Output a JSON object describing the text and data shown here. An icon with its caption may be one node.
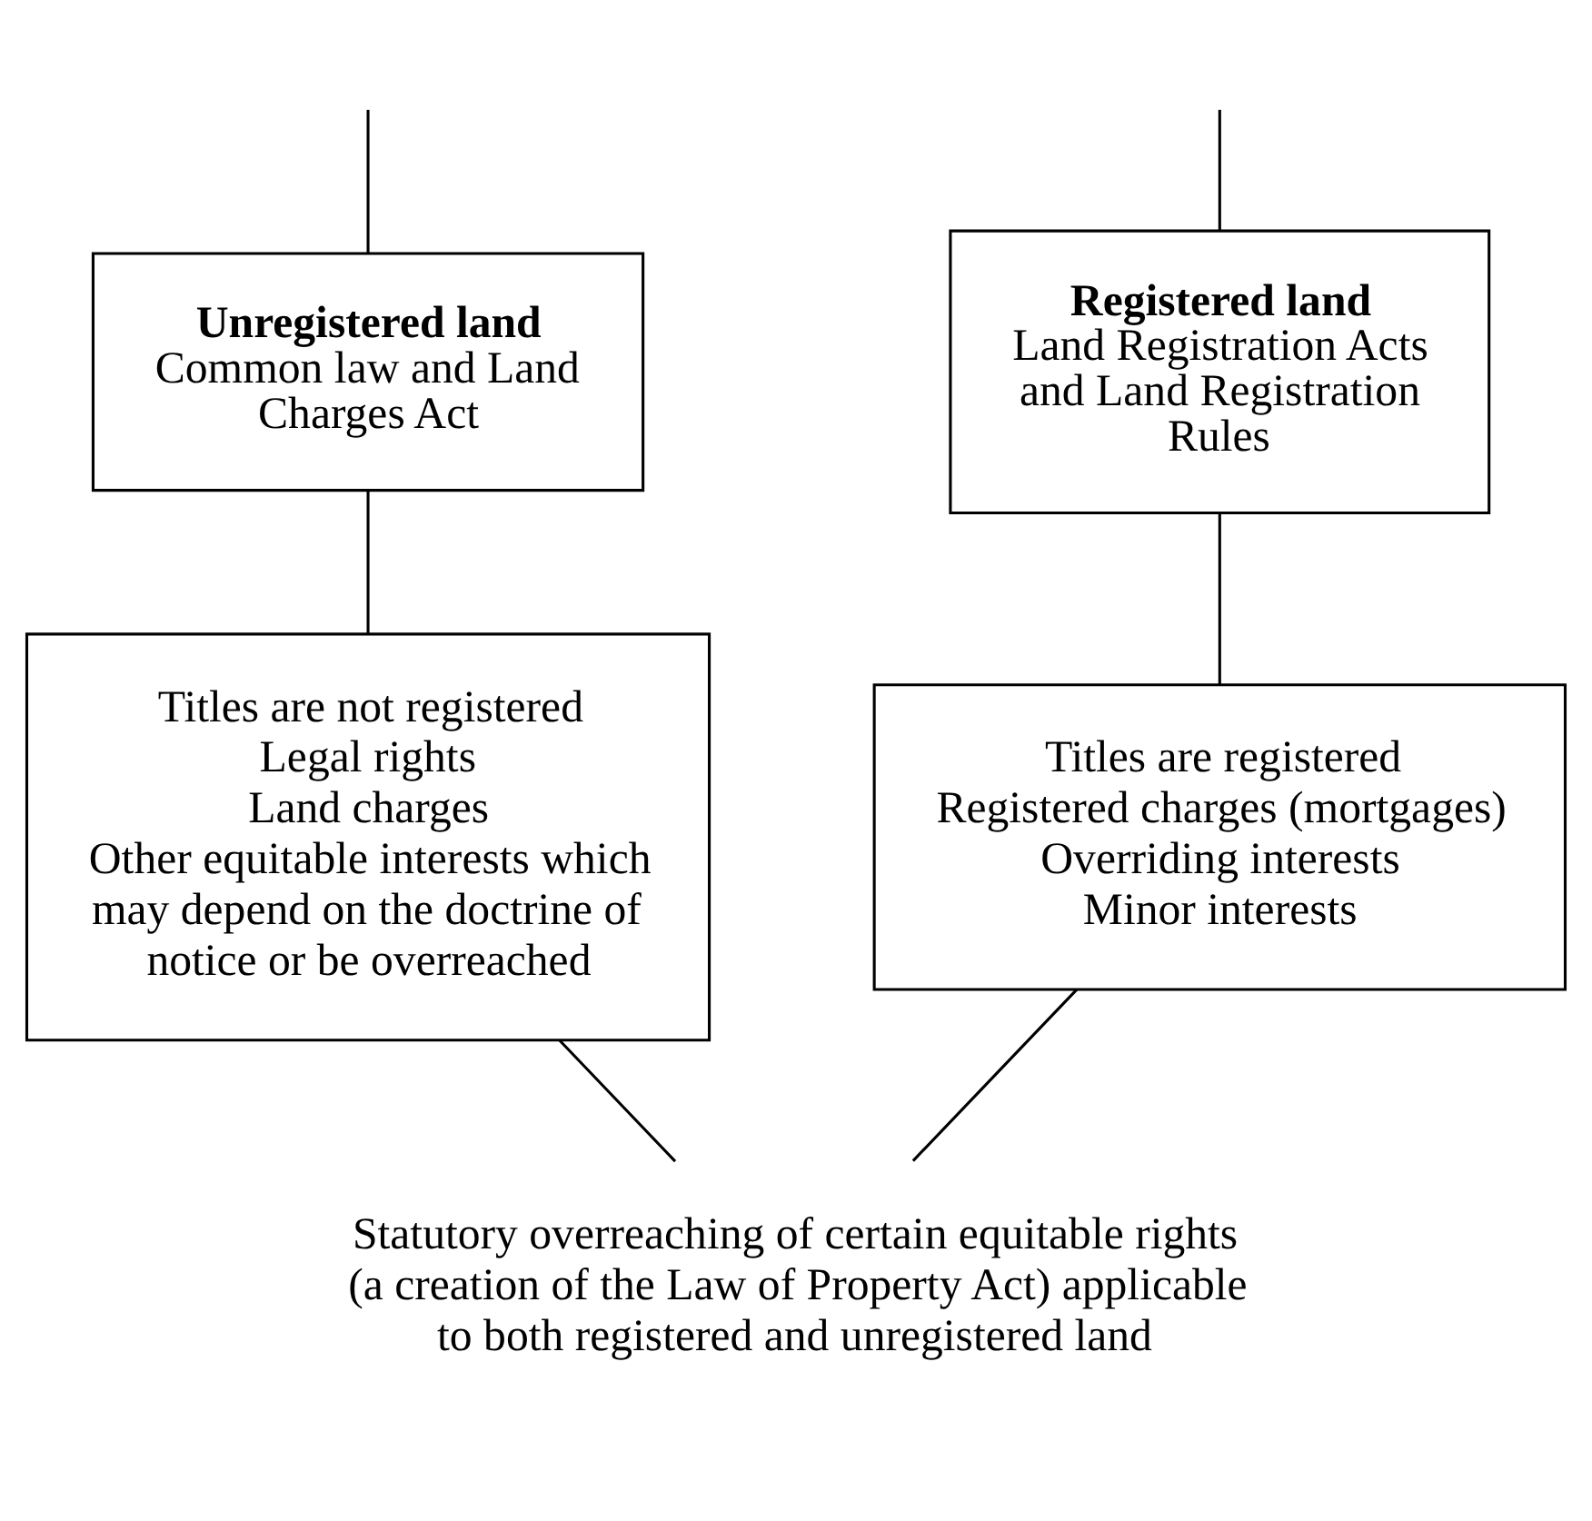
{
  "diagram": {
    "nodes": [
      {
        "text": [
          "Registered land",
          "Land Registration Acts and Land Registration Rules"
        ]
      },
      {
        "text": [
          "Unregistered land",
          "Common law and Land Charges Act"
        ]
      },
      {
        "text": [
          "Titles are registered",
          "Registered charges (mortgages)",
          "Overriding interests",
          "Minor interests"
        ]
      },
      {
        "text": [
          "Titles are not registered",
          "Legal rights",
          "Land charges",
          "Other equitable interests which may depend on the doctrine of notice or be overreached"
        ]
      },
      {
        "text": [
          "Statutory overreaching of certain equitable rights (a creation of the Law of Property Act) applicable to both registered and unregistered land"
        ]
      }
    ],
    "edges": [
      {
        "from": null,
        "to": 0,
        "arrow": "none"
      },
      {
        "from": null,
        "to": 1,
        "arrow": "none"
      },
      {
        "from": 0,
        "to": 2,
        "arrow": "none"
      },
      {
        "from": 1,
        "to": 3,
        "arrow": "none"
      },
      {
        "from": 2,
        "to": 4,
        "arrow": "none"
      },
      {
        "from": 3,
        "to": 4,
        "arrow": "none"
      }
    ]
  }
}
